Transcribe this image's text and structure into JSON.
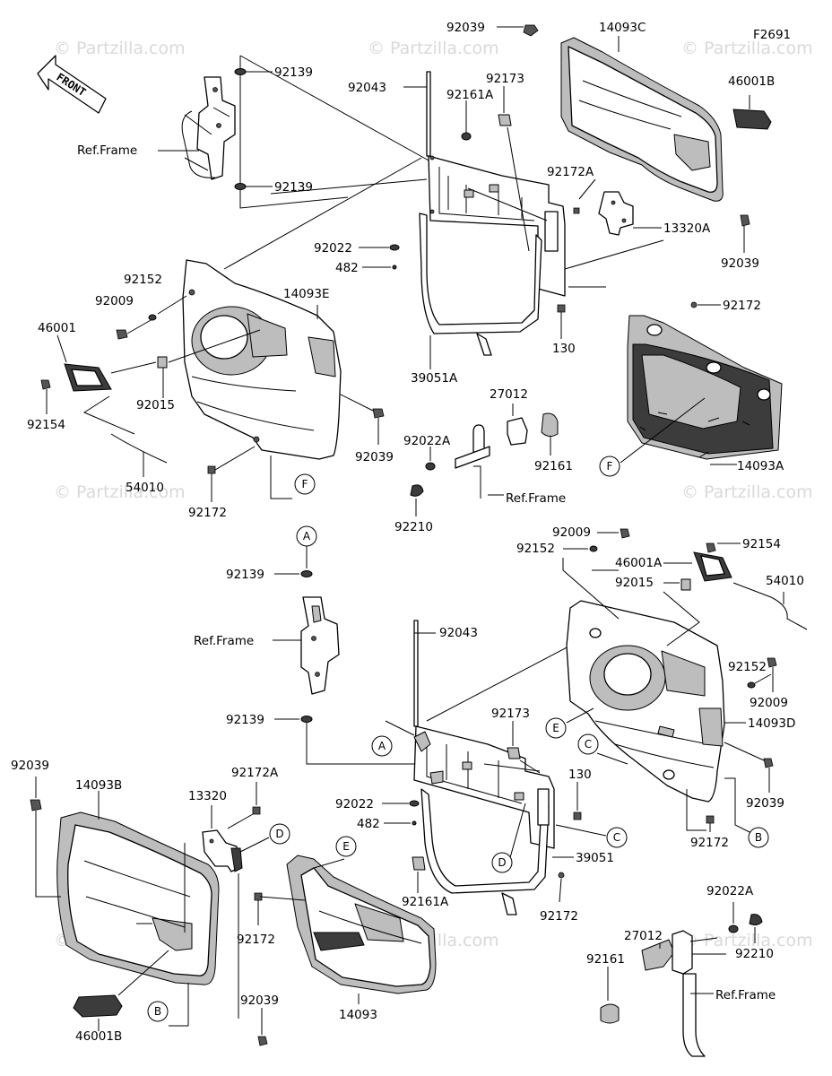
{
  "diagram_code": "F2691",
  "front_label": "FRONT",
  "watermark": "© Partzilla.com",
  "parts": {
    "p92039_a": "92039",
    "p14093C": "14093C",
    "p46001B_a": "46001B",
    "p92139_a": "92139",
    "p92139_b": "92139",
    "p92043_a": "92043",
    "p92161A_a": "92161A",
    "p92173_a": "92173",
    "p92172A_a": "92172A",
    "p13320A": "13320A",
    "p92039_b": "92039",
    "p92022_a": "92022",
    "p482_a": "482",
    "p92152_a": "92152",
    "p92009_a": "92009",
    "p14093E": "14093E",
    "p46001": "46001",
    "p92015_a": "92015",
    "p92154_a": "92154",
    "p130_a": "130",
    "p92172_a": "92172",
    "p39051A": "39051A",
    "p27012_a": "27012",
    "p92022A_a": "92022A",
    "p92161_a": "92161",
    "p92039_c": "92039",
    "p54010_a": "54010",
    "p92172_b": "92172",
    "p14093A": "14093A",
    "p92210_a": "92210",
    "p92009_b": "92009",
    "p92152_b": "92152",
    "p92154_b": "92154",
    "p46001A": "46001A",
    "p92015_b": "92015",
    "p54010_b": "54010",
    "p92139_c": "92139",
    "p92043_b": "92043",
    "p92152_c": "92152",
    "p92009_c": "92009",
    "p14093D": "14093D",
    "p92173_b": "92173",
    "p92139_d": "92139",
    "p130_b": "130",
    "p92039_d": "92039",
    "p92039_e": "92039",
    "p14093B": "14093B",
    "p92172A_b": "92172A",
    "p13320": "13320",
    "p92022_b": "92022",
    "p482_b": "482",
    "p39051": "39051",
    "p92172_c": "92172",
    "p92161A_b": "92161A",
    "p92172_d": "92172",
    "p92172_e": "92172",
    "p92022A_b": "92022A",
    "p27012_b": "27012",
    "p92161_b": "92161",
    "p92210_b": "92210",
    "p92039_f": "92039",
    "p14093": "14093",
    "p46001B_b": "46001B"
  },
  "refs": {
    "r1": "Ref.Frame",
    "r2": "Ref.Frame",
    "r3": "Ref.Frame",
    "r4": "Ref.Frame"
  },
  "callouts": {
    "A1": "A",
    "A2": "A",
    "B1": "B",
    "B2": "B",
    "C1": "C",
    "C2": "C",
    "D1": "D",
    "D2": "D",
    "E1": "E",
    "E2": "E",
    "F1": "F",
    "F2": "F"
  }
}
